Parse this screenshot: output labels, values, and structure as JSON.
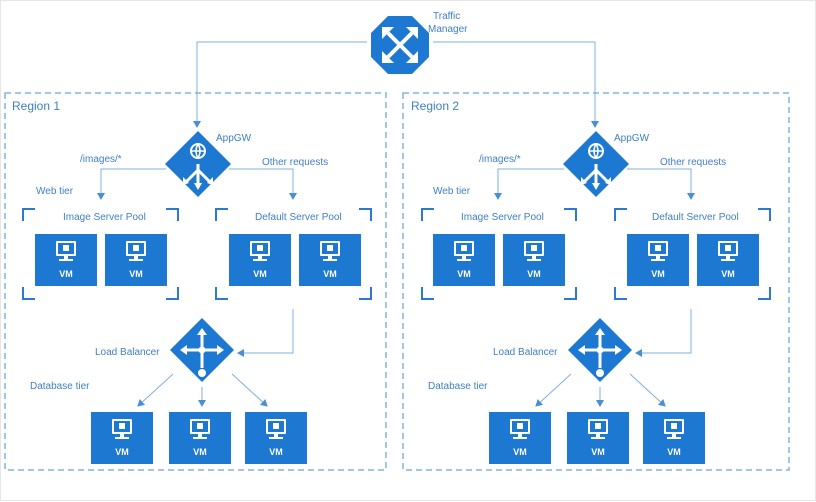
{
  "traffic_manager": {
    "label_line1": "Traffic",
    "label_line2": "Manager"
  },
  "regions": [
    {
      "label": "Region 1",
      "appgw": "AppGW",
      "images_path": "/images/*",
      "other_requests": "Other requests",
      "web_tier": "Web tier",
      "image_pool": "Image Server Pool",
      "default_pool": "Default Server Pool",
      "load_balancer": "Load Balancer",
      "database_tier": "Database tier"
    },
    {
      "label": "Region 2",
      "appgw": "AppGW",
      "images_path": "/images/*",
      "other_requests": "Other requests",
      "web_tier": "Web tier",
      "image_pool": "Image Server Pool",
      "default_pool": "Default Server Pool",
      "load_balancer": "Load Balancer",
      "database_tier": "Database tier"
    }
  ],
  "vm_label": "VM",
  "colors": {
    "accent": "#1c78d0",
    "text": "#3f7fc4",
    "line": "#7fb0e0",
    "dash": "#86b4dd"
  }
}
